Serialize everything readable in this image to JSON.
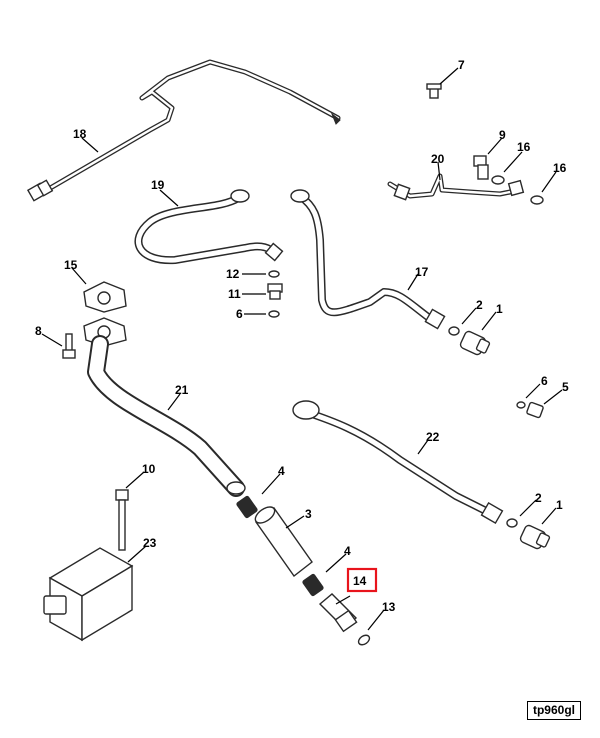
{
  "diagram": {
    "callouts": [
      {
        "id": "c7",
        "text": "7"
      },
      {
        "id": "c18",
        "text": "18"
      },
      {
        "id": "c9",
        "text": "9"
      },
      {
        "id": "c16a",
        "text": "16"
      },
      {
        "id": "c20",
        "text": "20"
      },
      {
        "id": "c16b",
        "text": "16"
      },
      {
        "id": "c19",
        "text": "19"
      },
      {
        "id": "c15",
        "text": "15"
      },
      {
        "id": "c12",
        "text": "12"
      },
      {
        "id": "c11",
        "text": "11"
      },
      {
        "id": "c6a",
        "text": "6"
      },
      {
        "id": "c17",
        "text": "17"
      },
      {
        "id": "c2a",
        "text": "2"
      },
      {
        "id": "c1a",
        "text": "1"
      },
      {
        "id": "c8",
        "text": "8"
      },
      {
        "id": "c6b",
        "text": "6"
      },
      {
        "id": "c5",
        "text": "5"
      },
      {
        "id": "c21",
        "text": "21"
      },
      {
        "id": "c22",
        "text": "22"
      },
      {
        "id": "c4a",
        "text": "4"
      },
      {
        "id": "c10",
        "text": "10"
      },
      {
        "id": "c3",
        "text": "3"
      },
      {
        "id": "c2b",
        "text": "2"
      },
      {
        "id": "c1b",
        "text": "1"
      },
      {
        "id": "c23",
        "text": "23"
      },
      {
        "id": "c4b",
        "text": "4"
      },
      {
        "id": "c14",
        "text": "14"
      },
      {
        "id": "c13",
        "text": "13"
      }
    ],
    "highlighted_callout": "14",
    "highlight_color": "#e8141c",
    "drawing_code": "tp960gl"
  }
}
